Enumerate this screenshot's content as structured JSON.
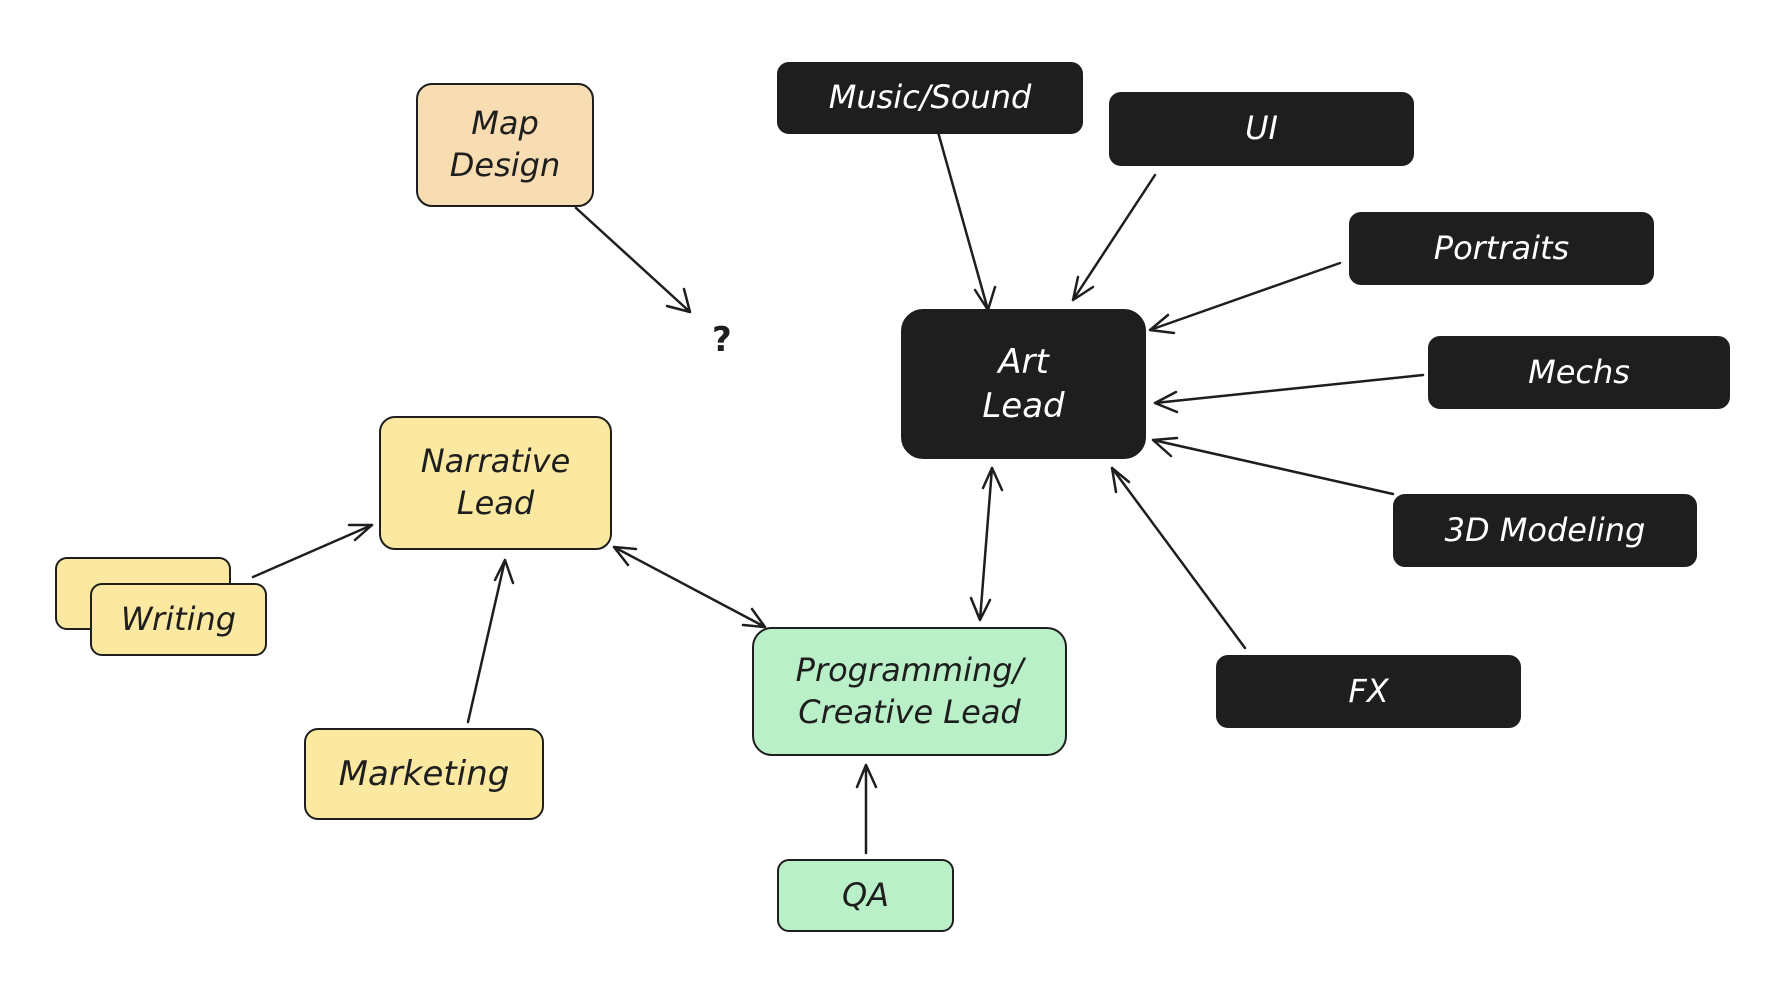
{
  "nodes": {
    "map_design": "Map\nDesign",
    "music_sound": "Music/Sound",
    "ui": "UI",
    "portraits": "Portraits",
    "mechs": "Mechs",
    "modeling_3d": "3D Modeling",
    "fx": "FX",
    "art_lead": "Art\nLead",
    "narrative_lead": "Narrative\nLead",
    "writing": "Writing",
    "marketing": "Marketing",
    "programming_lead": "Programming/\nCreative Lead",
    "qa": "QA"
  },
  "unknown_marker": "?",
  "colors": {
    "dark": "#1e1e1e",
    "yellow": "#fbe9a2",
    "orange": "#f8dcb2",
    "green": "#b9f0c8"
  }
}
